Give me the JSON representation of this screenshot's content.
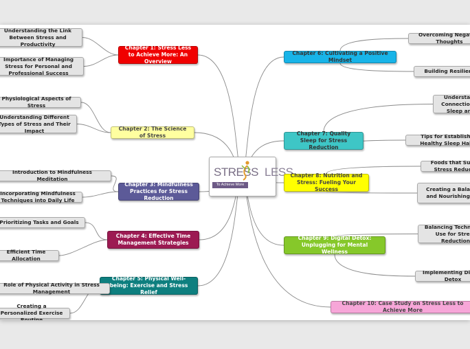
{
  "center": {
    "logo_left": "STRESS",
    "logo_right": "LESS",
    "tagline": "To Achieve More"
  },
  "chapters": [
    {
      "id": "ch1",
      "text": "Chapter 1: Stress Less to Achieve More: An Overview",
      "bg": "#f00000",
      "fg": "#ffffff",
      "subs": [
        "Understanding the Link Between Stress and Productivity",
        "Importance of Managing Stress for Personal and Professional Success"
      ]
    },
    {
      "id": "ch2",
      "text": "Chapter 2: The Science of Stress",
      "bg": "#ffffa0",
      "fg": "#444444",
      "subs": [
        "Physiological Aspects of Stress",
        "Understanding Different Types of Stress and Their Impact"
      ]
    },
    {
      "id": "ch3",
      "text": "Chapter 3: Mindfulness Practices for Stress Reduction",
      "bg": "#5c5a98",
      "fg": "#ffffff",
      "subs": [
        "Introduction to Mindfulness Meditation",
        "Incorporating Mindfulness Techniques into Daily Life"
      ]
    },
    {
      "id": "ch4",
      "text": "Chapter 4: Effective Time Management Strategies",
      "bg": "#9c1a52",
      "fg": "#ffffff",
      "subs": [
        "Prioritizing Tasks and Goals",
        "Efficient Time Allocation"
      ]
    },
    {
      "id": "ch5",
      "text": "Chapter 5: Physical Well-being: Exercise and Stress Relief",
      "bg": "#0e7f7f",
      "fg": "#ffffff",
      "subs": [
        "Role of Physical Activity in Stress Management",
        "Creating a Personalized Exercise Routine"
      ]
    },
    {
      "id": "ch6",
      "text": "Chapter 6: Cultivating a Positive Mindset",
      "bg": "#18b4e8",
      "fg": "#333333",
      "subs": [
        "Overcoming Negative Thoughts",
        "Building Resilience"
      ]
    },
    {
      "id": "ch7",
      "text": "Chapter 7: Quality Sleep for Stress Reduction",
      "bg": "#3ec6c6",
      "fg": "#333333",
      "subs": [
        "Understanding the Connection Between Sleep and Stress",
        "Tips for Establishing Healthy Sleep Habits"
      ]
    },
    {
      "id": "ch8",
      "text": "Chapter 8: Nutrition and Stress: Fueling Your Success",
      "bg": "#ffff00",
      "fg": "#444444",
      "subs": [
        "Foods that Support Stress Reduction",
        "Creating a Balanced and Nourishing Diet"
      ]
    },
    {
      "id": "ch9",
      "text": "Chapter 9: Digital Detox: Unplugging for Mental Wellness",
      "bg": "#86c82a",
      "fg": "#ffffff",
      "subs": [
        "Balancing Technology Use for Stress Reduction",
        "Implementing Digital Detox"
      ]
    },
    {
      "id": "ch10",
      "text": "Chapter 10: Case Study on Stress Less to Achieve More",
      "bg": "#f7a6d8",
      "fg": "#444444",
      "subs": []
    }
  ]
}
